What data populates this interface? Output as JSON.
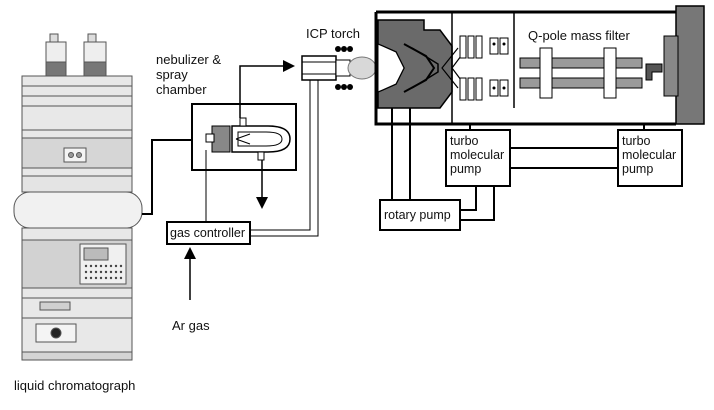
{
  "labels": {
    "lc": "liquid chromatograph",
    "nebulizer": "nebulizer &\nspray\nchamber",
    "icp_torch": "ICP torch",
    "qpole": "Q-pole mass filter",
    "turbo1": "turbo\nmolecular\npump",
    "turbo2": "turbo\nmolecular\npump",
    "rotary": "rotary pump",
    "gas_controller": "gas controller",
    "ar_gas": "Ar gas"
  },
  "colors": {
    "line": "#000000",
    "instrument_body": "#e6e6e6",
    "instrument_shade": "#c8c8c8",
    "dark_fill": "#6a6a6a",
    "plasma": "#d8d8d8"
  }
}
